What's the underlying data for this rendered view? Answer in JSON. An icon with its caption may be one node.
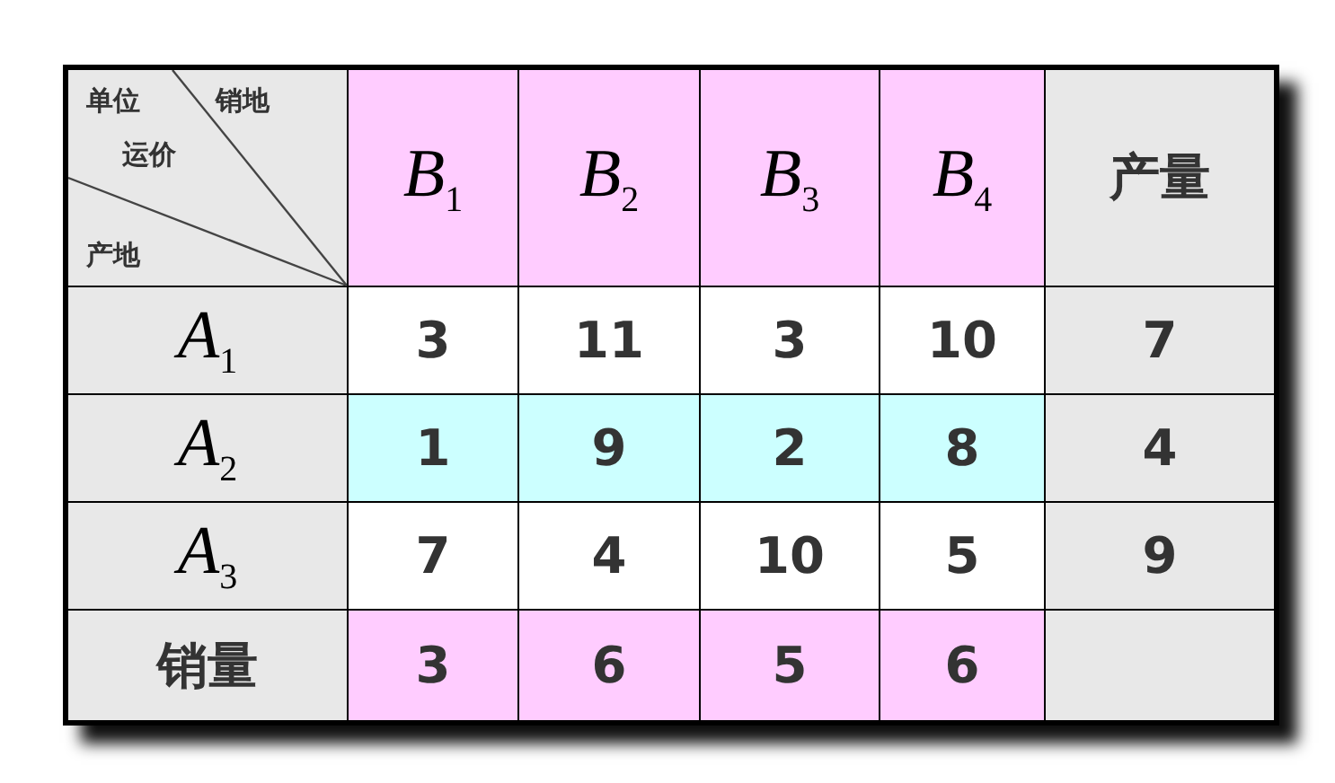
{
  "diagram": {
    "labels": [
      "单位",
      "销地",
      "运价",
      "产地",
      "B$_{1}$",
      "B$_{2}$",
      "B$_{3}$",
      "B$_{4}$",
      "产量",
      "A$_{1}$",
      "3",
      "11",
      "3",
      "10",
      "7",
      "A$_{2}$",
      "1",
      "9",
      "2",
      "8",
      "4",
      "A$_{3}$",
      "7",
      "4",
      "10",
      "5",
      "9",
      "销量",
      "3",
      "6",
      "5",
      "6"
    ]
  }
}
